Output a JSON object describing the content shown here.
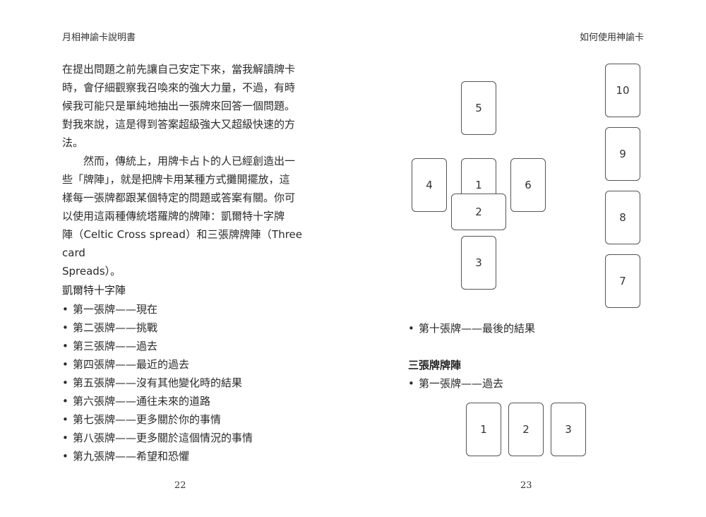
{
  "left_page": {
    "header": "月相神諭卡說明書",
    "paragraph1_lines": [
      "在提出問題之前先讓自己安定下來，當我解讀牌卡",
      "時，會仔細觀察我召喚來的強大力量，不過，有時",
      "候我可能只是單純地抽出一張牌來回答一個問題。",
      "對我來說，這是得到答案超級強大又超級快速的方",
      "法。"
    ],
    "paragraph2_lines": [
      "然而，傳統上，用牌卡占卜的人已經創造出一",
      "些「牌陣」，就是把牌卡用某種方式攤開擺放，這",
      "樣每一張牌都跟某個特定的問題或答案有關。你可",
      "以使用這兩種傳統塔羅牌的牌陣：凱爾特十字牌",
      "陣（Celtic Cross spread）和三張牌牌陣（Three card",
      "Spreads）。"
    ],
    "section_heading": "凱爾特十字陣",
    "list_items": [
      "第一張牌——現在",
      "第二張牌——挑戰",
      "第三張牌——過去",
      "第四張牌——最近的過去",
      "第五張牌——沒有其他變化時的結果",
      "第六張牌——通往未來的道路",
      "第七張牌——更多關於你的事情",
      "第八張牌——更多關於這個情況的事情",
      "第九張牌——希望和恐懼"
    ],
    "page_number": "22"
  },
  "right_page": {
    "header": "如何使用神諭卡",
    "celtic_cards": {
      "c1": "1",
      "c2": "2",
      "c3": "3",
      "c4": "4",
      "c5": "5",
      "c6": "6",
      "c7": "7",
      "c8": "8",
      "c9": "9",
      "c10": "10"
    },
    "list_item_ten": "第十張牌——最後的結果",
    "section_heading": "三張牌牌陣",
    "three_list_item": "第一張牌——過去",
    "three_cards": {
      "c1": "1",
      "c2": "2",
      "c3": "3"
    },
    "page_number": "23"
  }
}
